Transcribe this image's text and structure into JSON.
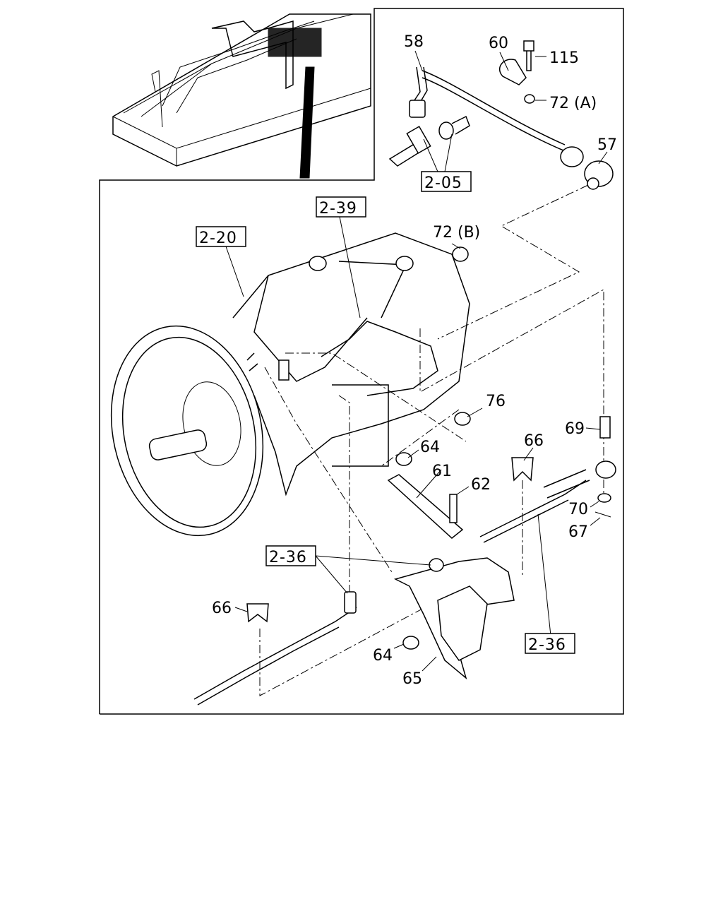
{
  "diagram": {
    "callouts": {
      "c58": "58",
      "c60": "60",
      "c115": "115",
      "c72a": "72 (A)",
      "c57": "57",
      "c72b": "72 (B)",
      "c76": "76",
      "c69": "69",
      "c66a": "66",
      "c64a": "64",
      "c61": "61",
      "c62": "62",
      "c70": "70",
      "c67": "67",
      "c66b": "66",
      "c64b": "64",
      "c65": "65"
    },
    "references": {
      "r205": "2-05",
      "r239": "2-39",
      "r220": "2-20",
      "r236a": "2-36",
      "r236b": "2-36"
    }
  }
}
